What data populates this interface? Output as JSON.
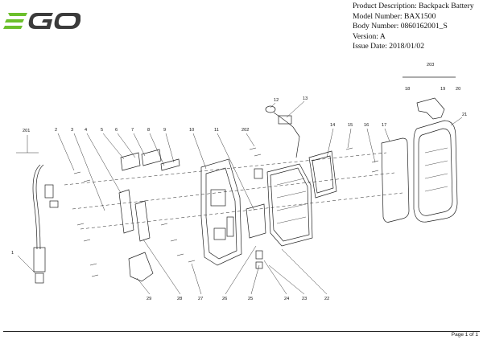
{
  "header": {
    "logo_text": "EGO",
    "product_description": "Product Description: Backpack Battery",
    "model_number": "Model Number: BAX1500",
    "body_number": "Body Number: 0860162001_S",
    "version": "Version: A",
    "issue_date": "Issue Date: 2018/01/02"
  },
  "footer": {
    "page": "Page 1 of 1"
  },
  "colors": {
    "logo_green": "#6cbf2c",
    "logo_dark": "#3b3b3b",
    "line": "#222222"
  },
  "callouts": [
    "1",
    "2",
    "3",
    "4",
    "5",
    "6",
    "7",
    "8",
    "9",
    "10",
    "11",
    "12",
    "13",
    "14",
    "15",
    "16",
    "17",
    "18",
    "19",
    "20",
    "21",
    "22",
    "23",
    "24",
    "25",
    "26",
    "27",
    "28",
    "29",
    "201",
    "202",
    "203"
  ]
}
